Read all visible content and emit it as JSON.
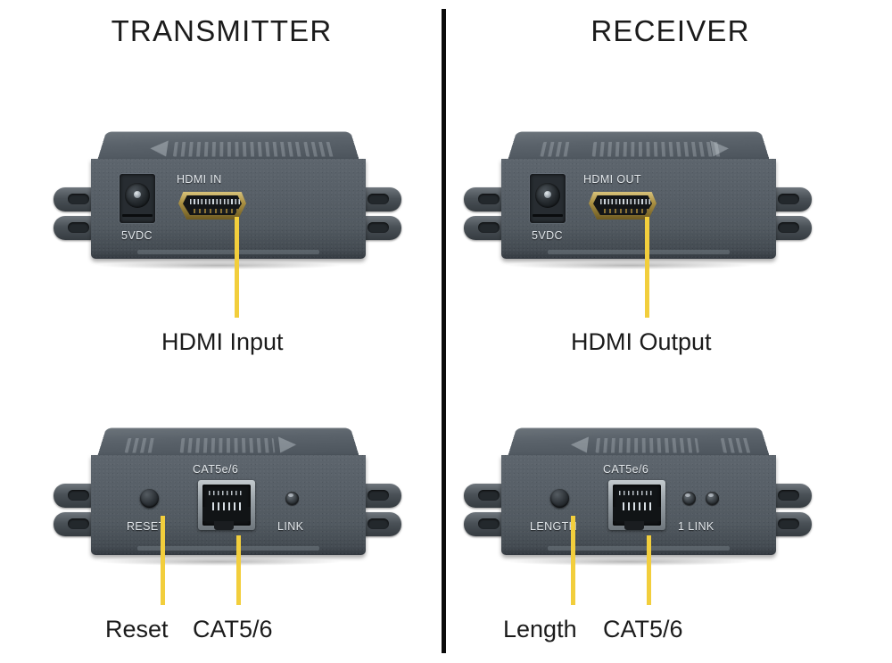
{
  "page": {
    "background_color": "#ffffff",
    "divider_color": "#0b0b0b",
    "callout_line_color": "#f2ce3c",
    "device_body_color": "#565f68",
    "text_color": "#1b1b1b"
  },
  "sections": {
    "transmitter": {
      "title": "TRANSMITTER",
      "front": {
        "device_name": "hdmi-extender-transmitter-front",
        "labels": {
          "power": "5VDC",
          "video_port": "HDMI IN"
        },
        "callout": {
          "label": "HDMI Input",
          "target": "hdmi-in-port"
        }
      },
      "back": {
        "device_name": "hdmi-extender-transmitter-back",
        "labels": {
          "button": "RESET",
          "network_port": "CAT5e/6",
          "indicator": "LINK"
        },
        "callouts": [
          {
            "label": "Reset",
            "target": "reset-button"
          },
          {
            "label": "CAT5/6",
            "target": "rj45-port"
          }
        ]
      }
    },
    "receiver": {
      "title": "RECEIVER",
      "front": {
        "device_name": "hdmi-extender-receiver-front",
        "labels": {
          "power": "5VDC",
          "video_port": "HDMI OUT"
        },
        "callout": {
          "label": "HDMI Output",
          "target": "hdmi-out-port"
        }
      },
      "back": {
        "device_name": "hdmi-extender-receiver-back",
        "labels": {
          "button": "LENGTH",
          "network_port": "CAT5e/6",
          "indicator": "1  LINK"
        },
        "callouts": [
          {
            "label": "Length",
            "target": "length-button"
          },
          {
            "label": "CAT5/6",
            "target": "rj45-port"
          }
        ]
      }
    }
  }
}
